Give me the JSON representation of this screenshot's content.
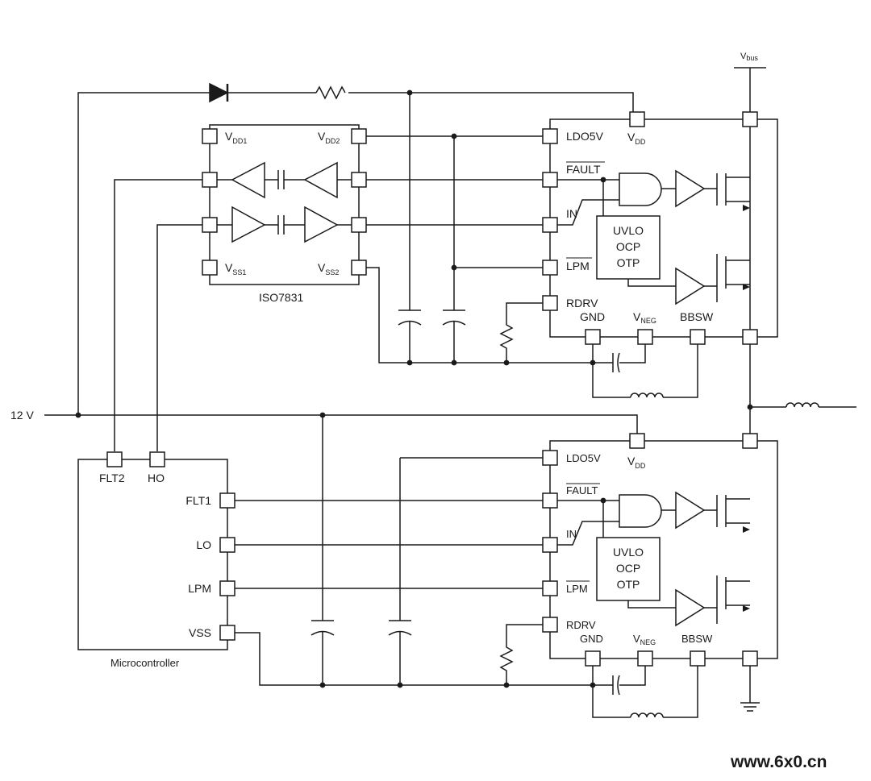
{
  "supply": {
    "label": "12 V",
    "vbus": "V",
    "vbus_sub": "bus"
  },
  "isolator": {
    "name": "ISO7831",
    "pins": {
      "vdd1": {
        "main": "V",
        "sub": "DD1"
      },
      "vdd2": {
        "main": "V",
        "sub": "DD2"
      },
      "vss1": {
        "main": "V",
        "sub": "SS1"
      },
      "vss2": {
        "main": "V",
        "sub": "SS2"
      }
    }
  },
  "driver": {
    "ldo": "LDO5V",
    "vdd_main": "V",
    "vdd_sub": "DD",
    "fault": "FAULT",
    "in": "IN",
    "lpm": "LPM",
    "rdrv": "RDRV",
    "gnd": "GND",
    "vneg_main": "V",
    "vneg_sub": "NEG",
    "bbsw": "BBSW",
    "protect": [
      "UVLO",
      "OCP",
      "OTP"
    ]
  },
  "mcu": {
    "name": "Microcontroller",
    "pins": {
      "flt2": "FLT2",
      "ho": "HO",
      "flt1": "FLT1",
      "lo": "LO",
      "lpm": "LPM",
      "vss": "VSS"
    }
  },
  "watermark": "www.6x0.cn",
  "colors": {
    "line": "#1a1a1a",
    "pin_fill": "#ffffff",
    "watermark": "#f07a1c"
  }
}
